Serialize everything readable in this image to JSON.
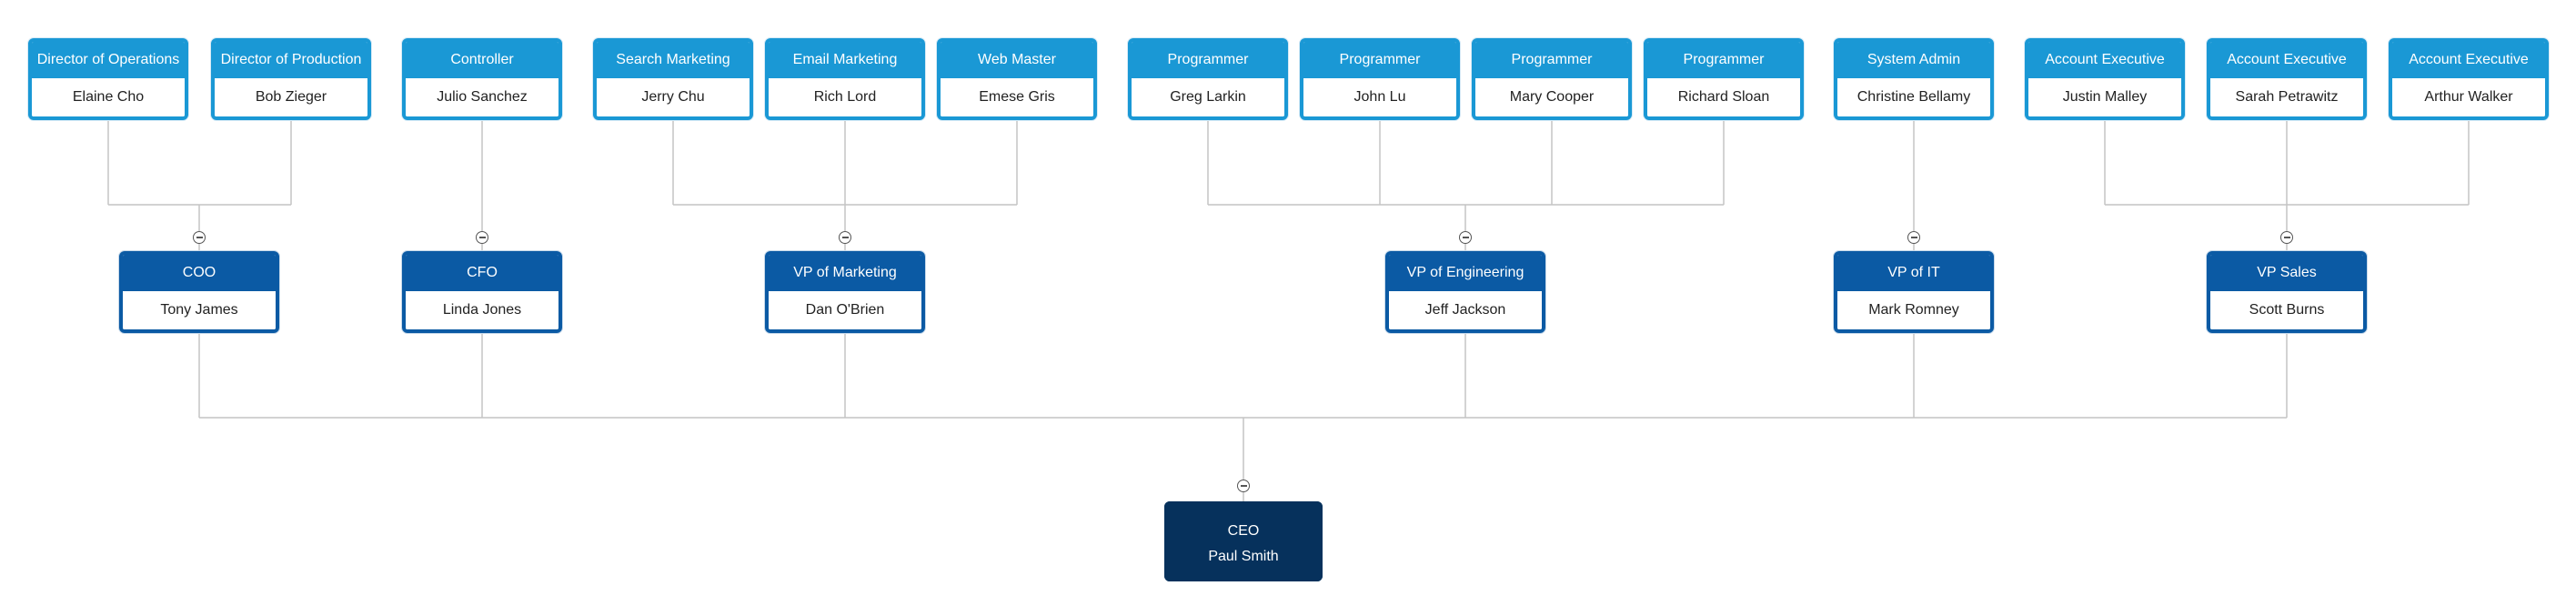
{
  "colors": {
    "leaf": "#1a98d5",
    "mid": "#0b5aa4",
    "root": "#06315c",
    "connector": "#c4c4c4"
  },
  "toggle_icon": "collapse-minus-icon",
  "root": {
    "title": "CEO",
    "name": "Paul Smith"
  },
  "managers": [
    {
      "title": "COO",
      "name": "Tony James",
      "reports": [
        {
          "title": "Director of Operations",
          "name": "Elaine Cho"
        },
        {
          "title": "Director of Production",
          "name": "Bob Zieger"
        }
      ]
    },
    {
      "title": "CFO",
      "name": "Linda Jones",
      "reports": [
        {
          "title": "Controller",
          "name": "Julio Sanchez"
        }
      ]
    },
    {
      "title": "VP of Marketing",
      "name": "Dan O'Brien",
      "reports": [
        {
          "title": "Search Marketing",
          "name": "Jerry Chu"
        },
        {
          "title": "Email Marketing",
          "name": "Rich Lord"
        },
        {
          "title": "Web Master",
          "name": "Emese Gris"
        }
      ]
    },
    {
      "title": "VP of Engineering",
      "name": "Jeff Jackson",
      "reports": [
        {
          "title": "Programmer",
          "name": "Greg Larkin"
        },
        {
          "title": "Programmer",
          "name": "John Lu"
        },
        {
          "title": "Programmer",
          "name": "Mary Cooper"
        },
        {
          "title": "Programmer",
          "name": "Richard Sloan"
        }
      ]
    },
    {
      "title": "VP of IT",
      "name": "Mark Romney",
      "reports": [
        {
          "title": "System Admin",
          "name": "Christine Bellamy"
        }
      ]
    },
    {
      "title": "VP Sales",
      "name": "Scott Burns",
      "reports": [
        {
          "title": "Account Executive",
          "name": "Justin Malley"
        },
        {
          "title": "Account Executive",
          "name": "Sarah Petrawitz"
        },
        {
          "title": "Account Executive",
          "name": "Arthur Walker"
        }
      ]
    }
  ]
}
